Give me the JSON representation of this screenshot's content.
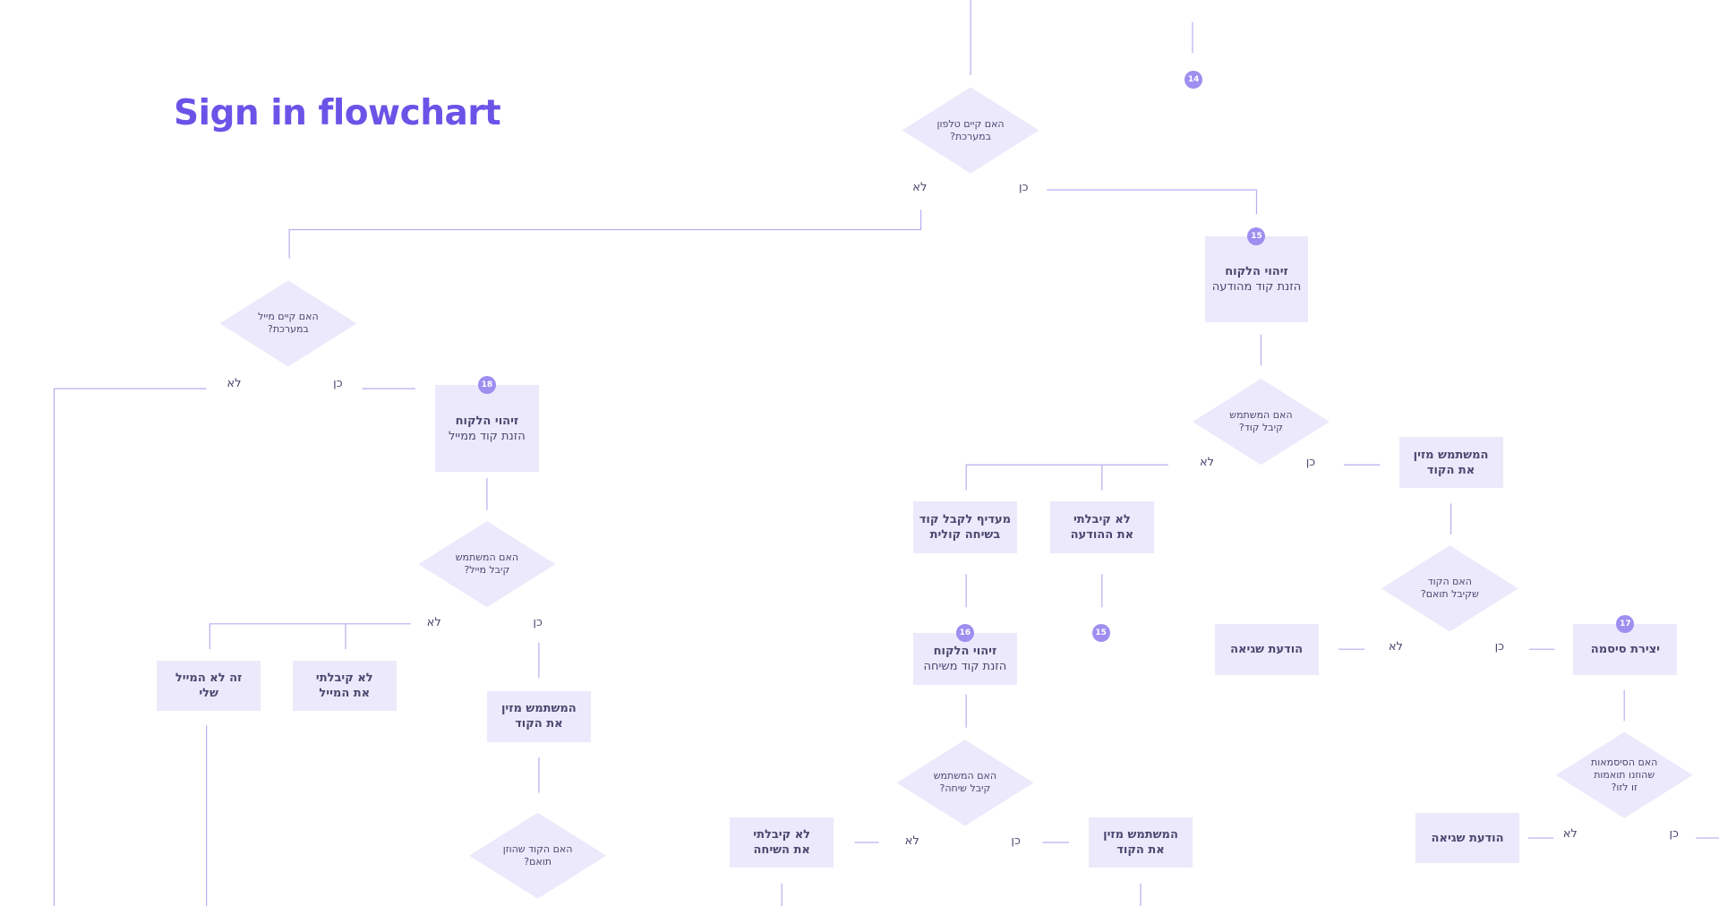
{
  "title": "Sign in flowchart",
  "colors": {
    "accent": "#6b53e8",
    "node_fill": "#ebe9fb",
    "edge": "#b7aef0",
    "badge": "#9f8ef0",
    "text": "#4b4870"
  },
  "answers": {
    "yes": "כן",
    "no": "לא"
  },
  "nodes": [
    {
      "id": "d_phone",
      "shape": "diamond",
      "line1": "האם קיים טלפון",
      "line2": "במערכת?"
    },
    {
      "id": "b_id_phone",
      "shape": "box",
      "line1": "זיהוי הלקוח",
      "line2": "הזנת קוד מהודעה"
    },
    {
      "id": "d_got_code",
      "shape": "diamond",
      "line1": "האם המשתמש",
      "line2": "קיבל קוד?"
    },
    {
      "id": "b_enters_code_r",
      "shape": "box",
      "line1": "המשתמש מזין",
      "line2": "את הקוד"
    },
    {
      "id": "d_code_match",
      "shape": "diamond",
      "line1": "האם הקוד",
      "line2": "שקיבל תואם?"
    },
    {
      "id": "b_error1",
      "shape": "box",
      "line1": "הודעת שגיאה",
      "line2": ""
    },
    {
      "id": "b_create_pwd",
      "shape": "box",
      "line1": "יצירת סיסמה",
      "line2": ""
    },
    {
      "id": "d_pwd_match",
      "shape": "diamond",
      "line1": "האם הסיסמאות",
      "line2": "שהוזנו תואמות",
      "line3": "זו לזו?"
    },
    {
      "id": "b_error2",
      "shape": "box",
      "line1": "הודעת שגיאה",
      "line2": ""
    },
    {
      "id": "b_no_msg",
      "shape": "box",
      "line1": "לא קיבלתי",
      "line2": "את ההודעה"
    },
    {
      "id": "b_prefer_call",
      "shape": "box",
      "line1": "מעדיף לקבל קוד",
      "line2": "בשיחה קולית"
    },
    {
      "id": "b_id_call",
      "shape": "box",
      "line1": "זיהוי הלקוח",
      "line2": "הזנת קוד משיחה"
    },
    {
      "id": "d_got_call",
      "shape": "diamond",
      "line1": "האם המשתמש",
      "line2": "קיבל שיחה?"
    },
    {
      "id": "b_no_call",
      "shape": "box",
      "line1": "לא קיבלתי",
      "line2": "את השיחה"
    },
    {
      "id": "b_enters_code_c",
      "shape": "box",
      "line1": "המשתמש מזין",
      "line2": "את הקוד"
    },
    {
      "id": "d_mail",
      "shape": "diamond",
      "line1": "האם קיים מייל",
      "line2": "במערכת?"
    },
    {
      "id": "b_id_mail",
      "shape": "box",
      "line1": "זיהוי הלקוח",
      "line2": "הזנת קוד ממייל"
    },
    {
      "id": "d_got_mail",
      "shape": "diamond",
      "line1": "האם המשתמש",
      "line2": "קיבל מייל?"
    },
    {
      "id": "b_enters_code_m",
      "shape": "box",
      "line1": "המשתמש מזין",
      "line2": "את הקוד"
    },
    {
      "id": "d_code_match_m",
      "shape": "diamond",
      "line1": "האם הקוד שהוזן",
      "line2": "תואם?"
    },
    {
      "id": "b_no_mail",
      "shape": "box",
      "line1": "לא קיבלתי",
      "line2": "את המייל"
    },
    {
      "id": "b_not_my_mail",
      "shape": "box",
      "line1": "זה לא המייל",
      "line2": "שלי"
    }
  ],
  "badges": [
    {
      "id": "bd14",
      "value": "14"
    },
    {
      "id": "bd15a",
      "value": "15"
    },
    {
      "id": "bd15b",
      "value": "15"
    },
    {
      "id": "bd16",
      "value": "16"
    },
    {
      "id": "bd17",
      "value": "17"
    },
    {
      "id": "bd18",
      "value": "18"
    }
  ],
  "edge_labels": [
    {
      "id": "l_phone_no",
      "text": "לא"
    },
    {
      "id": "l_phone_yes",
      "text": "כן"
    },
    {
      "id": "l_mail_no",
      "text": "לא"
    },
    {
      "id": "l_mail_yes",
      "text": "כן"
    },
    {
      "id": "l_code_no",
      "text": "לא"
    },
    {
      "id": "l_code_yes",
      "text": "כן"
    },
    {
      "id": "l_match_no",
      "text": "לא"
    },
    {
      "id": "l_match_yes",
      "text": "כן"
    },
    {
      "id": "l_gotmail_no",
      "text": "לא"
    },
    {
      "id": "l_gotmail_yes",
      "text": "כן"
    },
    {
      "id": "l_call_no",
      "text": "לא"
    },
    {
      "id": "l_call_yes",
      "text": "כן"
    },
    {
      "id": "l_pwd_no",
      "text": "לא"
    },
    {
      "id": "l_pwd_yes",
      "text": "כן"
    }
  ]
}
